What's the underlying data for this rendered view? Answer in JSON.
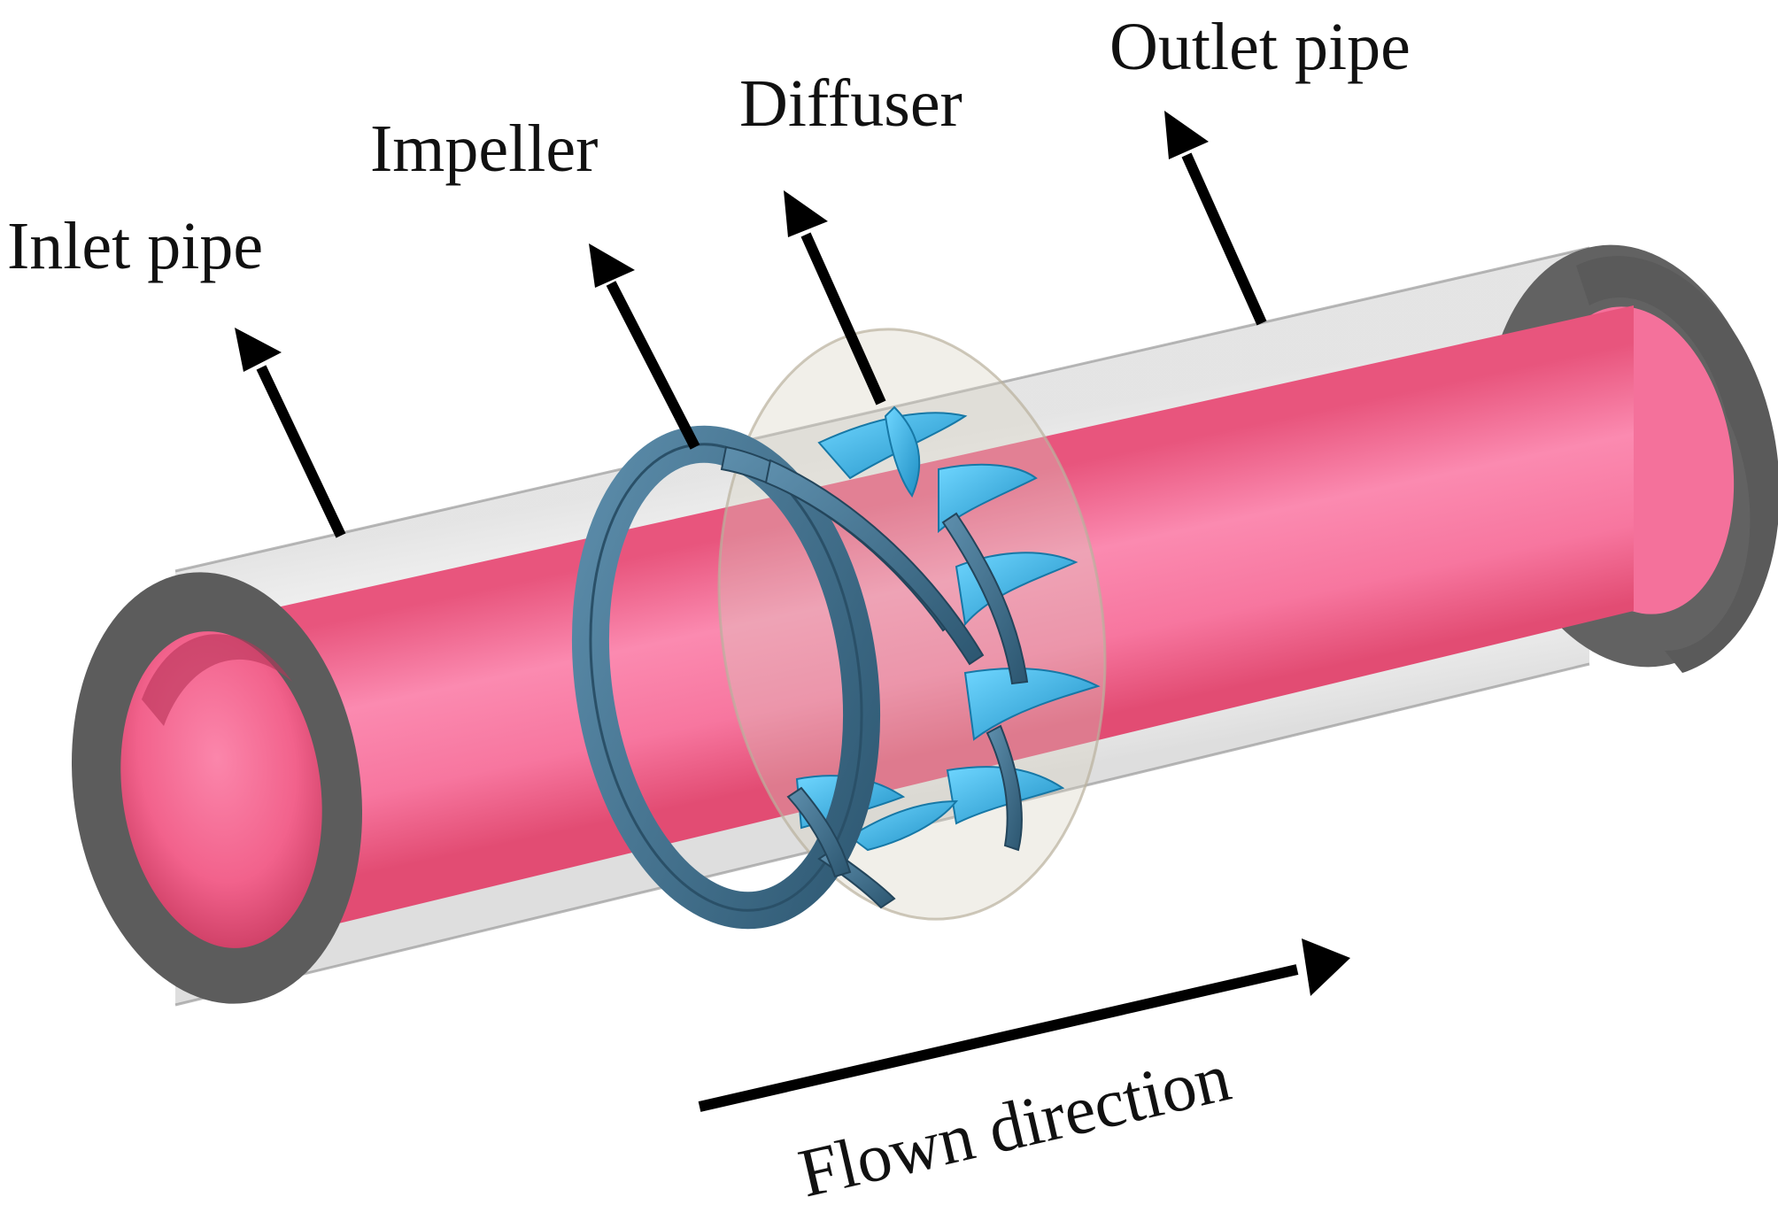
{
  "labels": {
    "inlet": "Inlet pipe",
    "impeller": "Impeller",
    "diffuser": "Diffuser",
    "outlet": "Outlet pipe",
    "flow": "Flown direction"
  },
  "colors": {
    "fluid": "#f97aa3",
    "fluid_dark": "#e0466f",
    "pipe_wall": "#5c5c5c",
    "pipe_shell": "#e6e6e6",
    "impeller": "#3f6f8c",
    "diffuser": "#2fb8ea",
    "arrow": "#000000"
  }
}
